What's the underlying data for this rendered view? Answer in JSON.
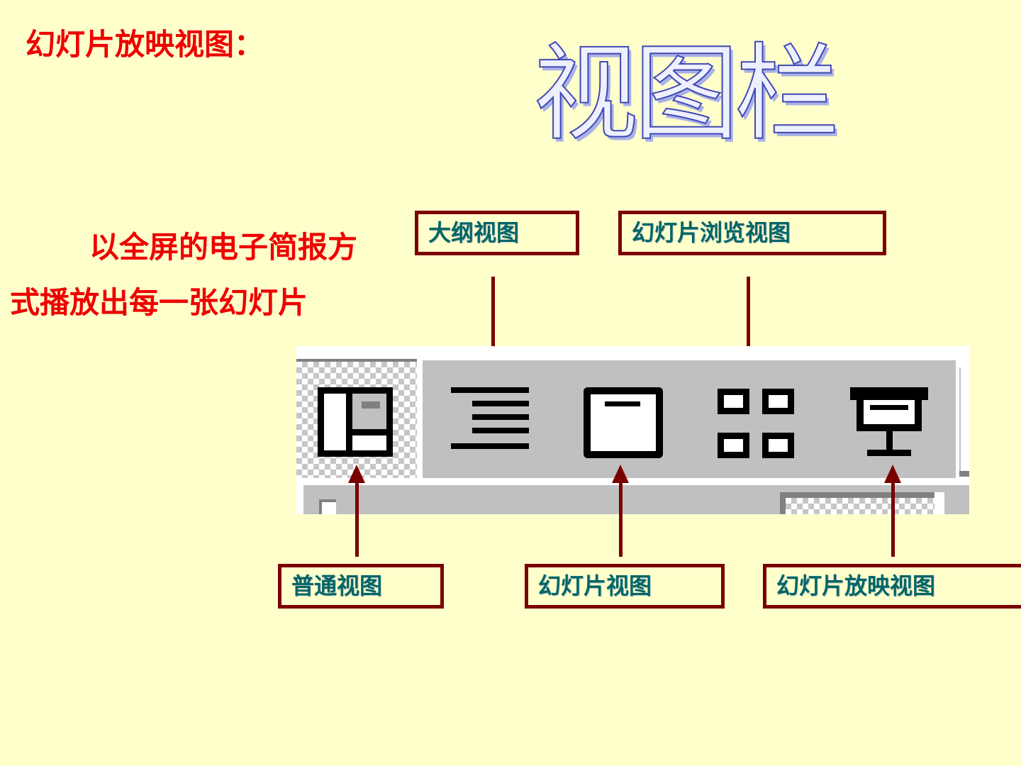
{
  "slide": {
    "heading": "幻灯片放映视图：",
    "big_title": "视图栏",
    "description": "以全屏的电子简报方式播放出每一张幻灯片"
  },
  "labels": {
    "outline": "大纲视图",
    "sorter": "幻灯片浏览视图",
    "normal": "普通视图",
    "slide": "幻灯片视图",
    "show": "幻灯片放映视图"
  },
  "view_bar": {
    "buttons": [
      {
        "icon": "normal-view-icon",
        "pressed": true
      },
      {
        "icon": "outline-view-icon",
        "pressed": false
      },
      {
        "icon": "slide-view-icon",
        "pressed": false
      },
      {
        "icon": "slide-sorter-view-icon",
        "pressed": false
      },
      {
        "icon": "slide-show-view-icon",
        "pressed": false
      }
    ]
  },
  "colors": {
    "background": "#ffffcc",
    "heading_text": "#ee0000",
    "label_text": "#006666",
    "label_border": "#7a0000",
    "arrow": "#7a0000",
    "title_outline": "#4048b4",
    "toolbar_gray": "#c0c0c0"
  }
}
